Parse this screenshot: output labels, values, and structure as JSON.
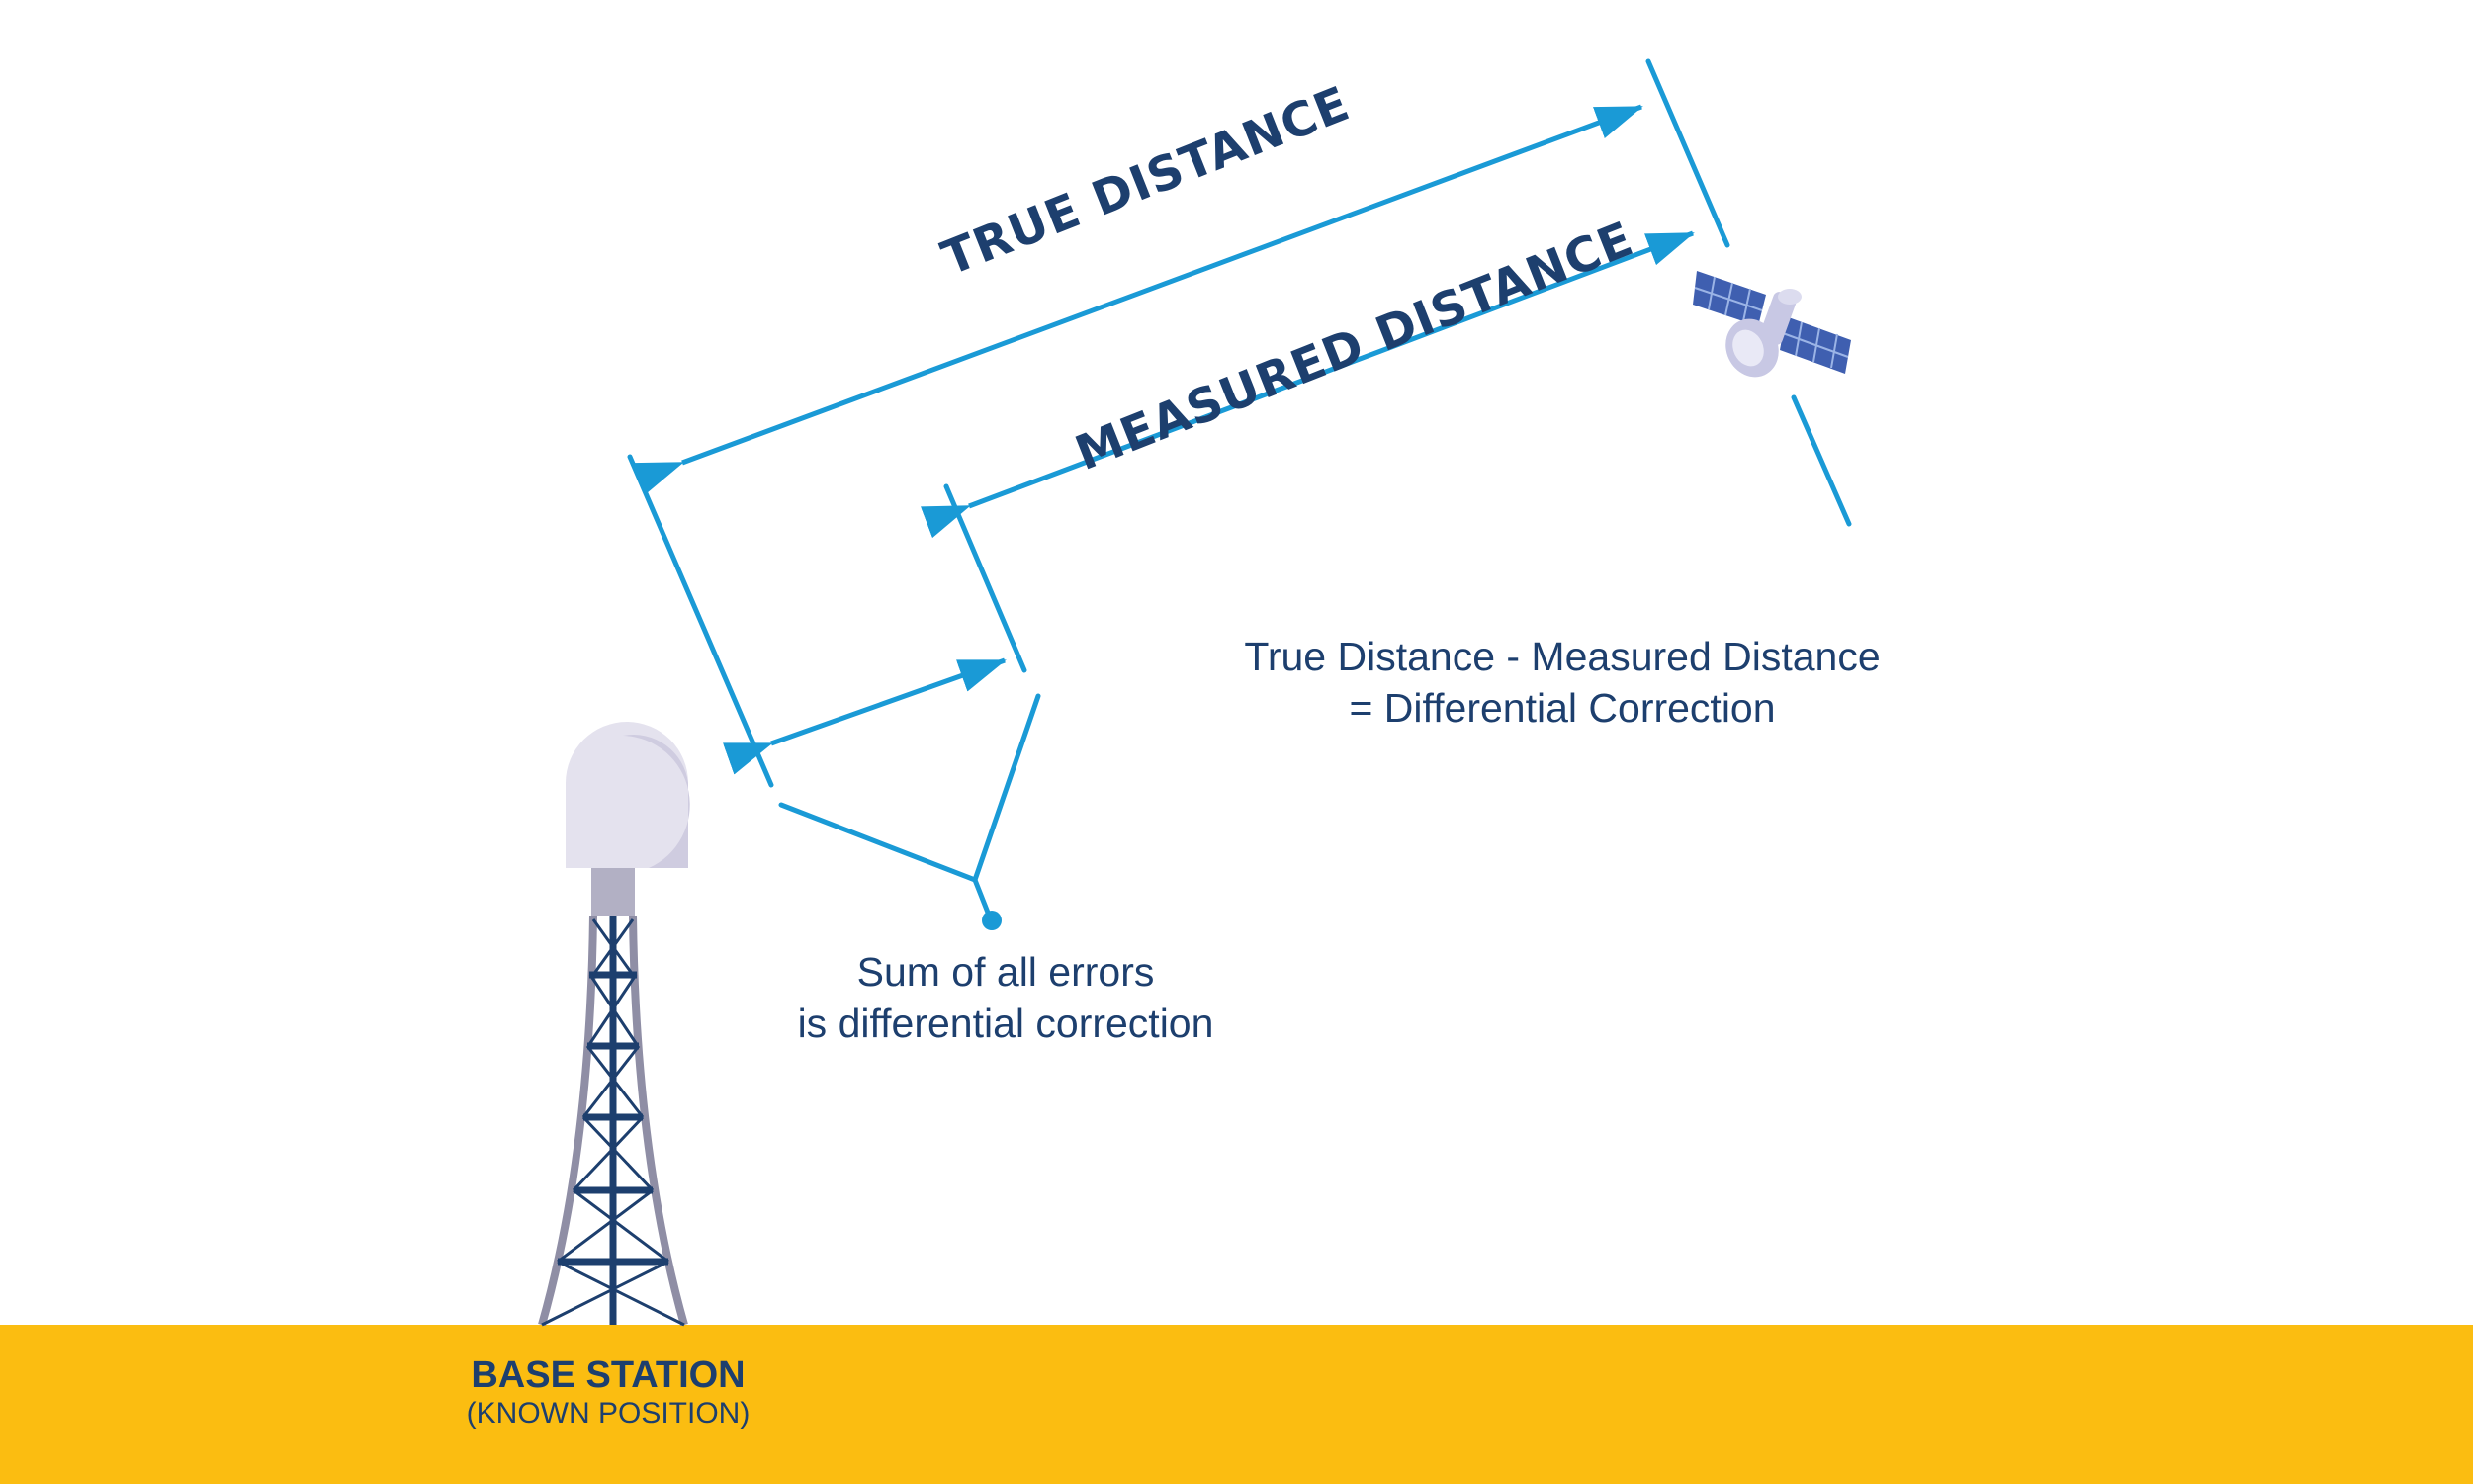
{
  "colors": {
    "line": "#1a9ad6",
    "text_dark": "#1d3f6e",
    "ground": "#fbbd11",
    "tower_outer": "#8f8ea5",
    "tower_inner": "#1d3f6e",
    "radome": "#e4e2ee",
    "radome_shade": "#cfcce0",
    "radome_base": "#b2b0c4",
    "panel": "#3f5fb0",
    "satellite_body": "#c8c8e4"
  },
  "icons": {
    "satellite": "satellite-icon",
    "tower": "antenna-tower-icon"
  },
  "labels": {
    "true_distance": "TRUE DISTANCE",
    "measured_distance": "MEASURED DISTANCE"
  },
  "formula": {
    "line1": "True Distance - Measured Distance",
    "line2": "= Differential Correction"
  },
  "errors_note": {
    "line1": "Sum of all errors",
    "line2": "is differential correction"
  },
  "base_station": {
    "title": "BASE STATION",
    "subtitle": "(KNOWN POSITION)"
  }
}
